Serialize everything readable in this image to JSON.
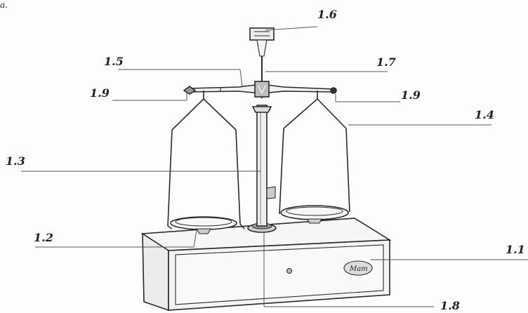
{
  "corner_mark": "a.",
  "labels": {
    "l11": "1.1",
    "l12": "1.2",
    "l13": "1.3",
    "l14": "1.4",
    "l15": "1.5",
    "l16": "1.6",
    "l17": "1.7",
    "l18": "1.8",
    "l19_left": "1.9",
    "l19_right": "1.9"
  },
  "logo_text": "Mam"
}
